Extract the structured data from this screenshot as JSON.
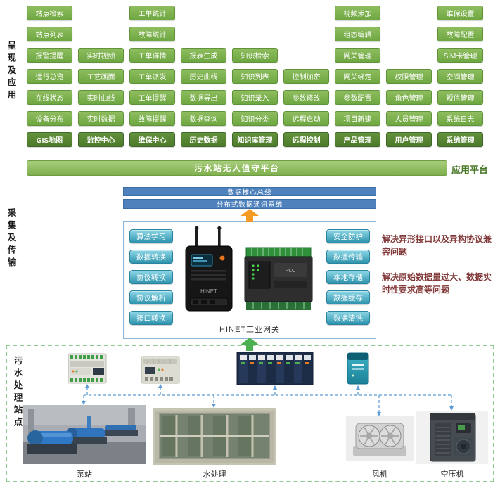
{
  "side_labels": {
    "presentation": "呈现及应用",
    "collection": "采集及传输",
    "station": "污水处理站点"
  },
  "app_grid": {
    "columns": [
      {
        "items": [
          "站点检索",
          "站点列表",
          "报警提醒",
          "运行总览",
          "在线状态",
          "设备分布"
        ],
        "header": "GIS地图"
      },
      {
        "items": [
          "实时视频",
          "工艺画面",
          "实时曲线",
          "实时数据"
        ],
        "header": "监控中心"
      },
      {
        "items": [
          "工单统计",
          "故障统计",
          "工单详情",
          "工单派发",
          "工单提醒",
          "故障提醒"
        ],
        "header": "维保中心"
      },
      {
        "items": [
          "报表生成",
          "历史曲线",
          "数据导出",
          "数据查询"
        ],
        "header": "历史数据"
      },
      {
        "items": [
          "知识检索",
          "知识列表",
          "知识录入",
          "知识分类"
        ],
        "header": "知识库管理"
      },
      {
        "items": [
          "控制加密",
          "参数修改",
          "远程启动"
        ],
        "header": "远程控制"
      },
      {
        "items": [
          "视频添加",
          "组态编辑",
          "网关管理",
          "网关绑定",
          "参数配置",
          "项目新建"
        ],
        "header": "产品管理"
      },
      {
        "items": [
          "权限管理",
          "角色管理",
          "人员管理"
        ],
        "header": "用户管理"
      },
      {
        "items": [
          "维保设置",
          "故障配置",
          "SIM卡管理",
          "空间管理",
          "短信管理",
          "系统日志"
        ],
        "header": "系统管理"
      }
    ]
  },
  "platform_bar": {
    "label": "污水站无人值守平台",
    "tag": "应用平台"
  },
  "bus": {
    "bar1": "数据核心总线",
    "bar2": "分布式数据通讯系统"
  },
  "gateway": {
    "left_functions": [
      "算法学习",
      "数据转换",
      "协议转换",
      "协议解析",
      "接口转换"
    ],
    "right_functions": [
      "安全防护",
      "数据传输",
      "本地存储",
      "数据缓存",
      "数据清洗"
    ],
    "device_label": "HINET工业网关"
  },
  "notes": [
    "解决异形接口以及异构协议兼容问题",
    "解决原始数据量过大、数据实时性要求高等问题"
  ],
  "station_section": {
    "machines": [
      "泵站",
      "水处理",
      "风机",
      "空压机"
    ]
  },
  "colors": {
    "app-green": "#6ea742",
    "app-green-light": "#8fbd5f",
    "header-green": "#4c7a2b",
    "platform-green": "#7fb04d",
    "platform-green-light": "#a8cd7c",
    "bus-blue": "#4f81bd",
    "func-teal": "#2e93ad",
    "func-teal-light": "#8ed7e6",
    "arrow-orange": "#f59a23",
    "arrow-green": "#4caf50",
    "note-red": "#833a3a",
    "connector-blue": "#5b9bd5",
    "box-dash-green": "#8fcb8f"
  }
}
